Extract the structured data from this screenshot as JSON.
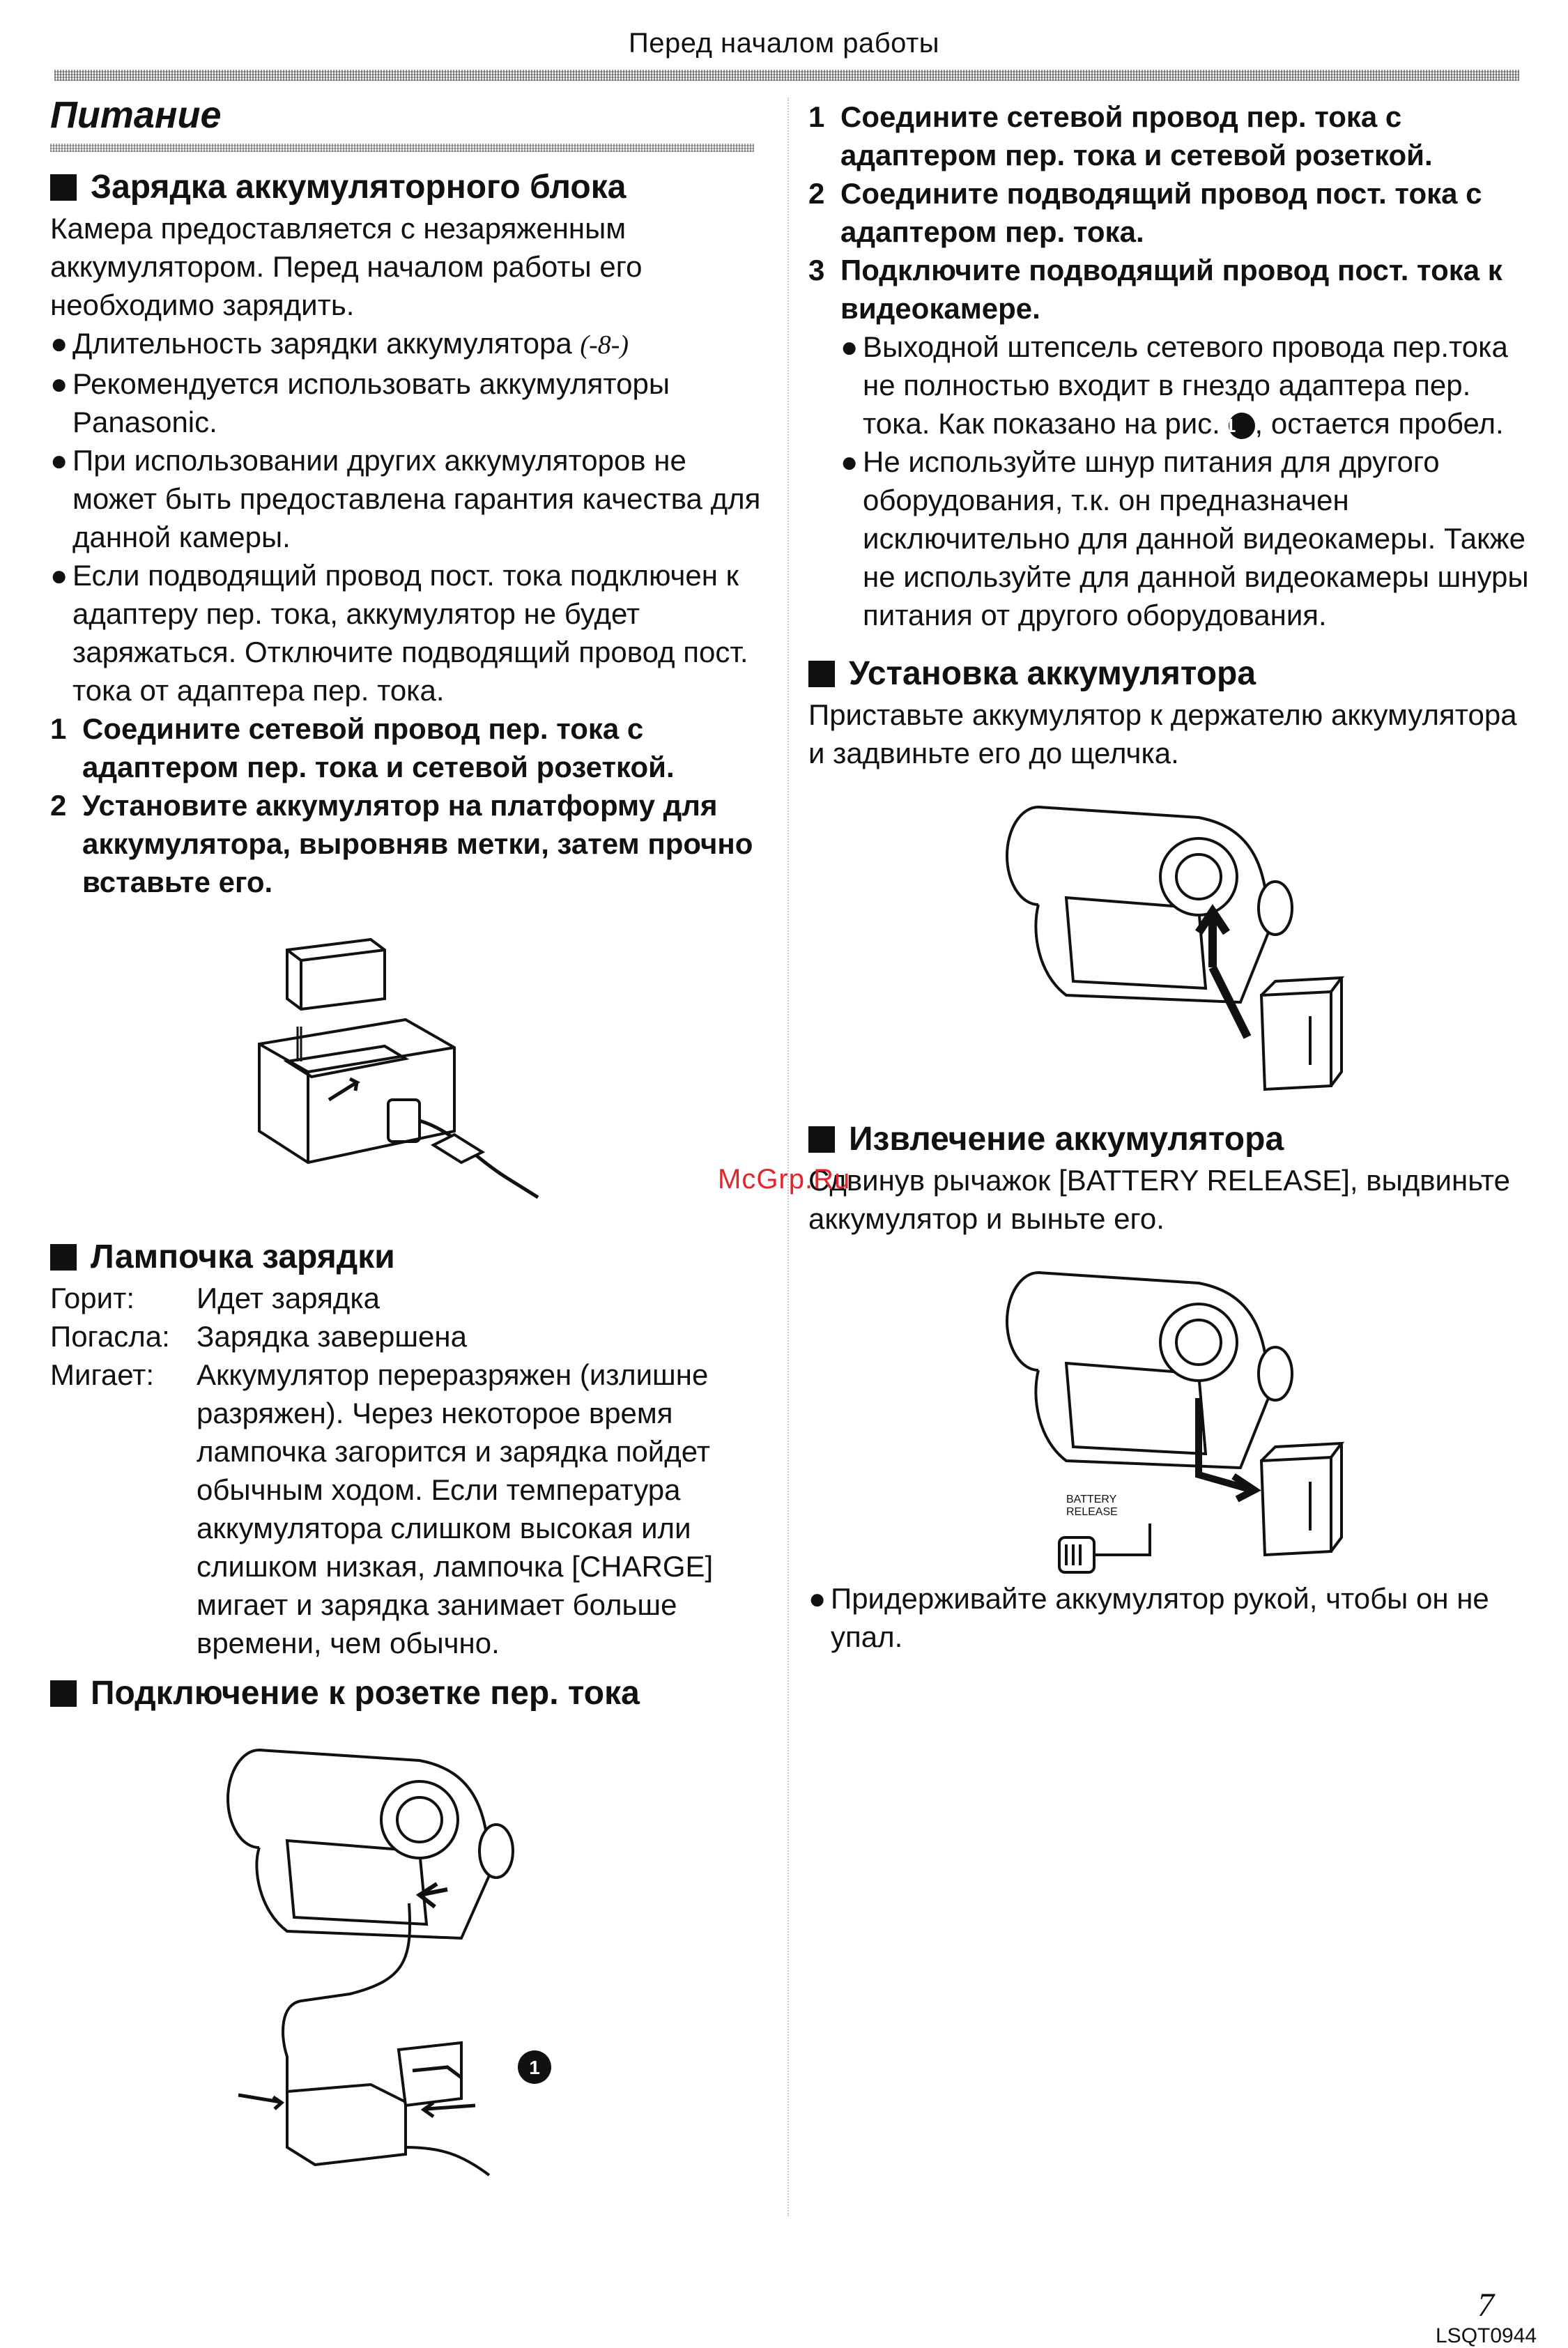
{
  "header": {
    "title": "Перед началом работы"
  },
  "left": {
    "section_title": "Питание",
    "charging": {
      "heading": "Зарядка аккумуляторного блока",
      "intro": "Камера предоставляется с незаряженным аккумулятором. Перед началом работы его необходимо зарядить.",
      "bullets": [
        "Длительность зарядки аккумулятора",
        "Рекомендуется использовать аккумуляторы Panasonic.",
        "При использовании других аккумуляторов не может быть предоставлена гарантия качества для данной камеры.",
        "Если подводящий провод пост. тока подключен к адаптеру пер. тока, аккумулятор не будет заряжаться. Отключите подводящий провод пост. тока от адаптера пер. тока."
      ],
      "bullet_xref": "(-8-)",
      "steps": [
        {
          "num": "1",
          "text": "Соедините сетевой провод пер. тока с адаптером пер. тока и сетевой розеткой."
        },
        {
          "num": "2",
          "text": "Установите аккумулятор на платформу для аккумулятора, выровняв метки, затем прочно вставьте его."
        }
      ]
    },
    "lamp": {
      "heading": "Лампочка зарядки",
      "rows": [
        {
          "label": "Горит:",
          "value": "Идет зарядка"
        },
        {
          "label": "Погасла:",
          "value": "Зарядка завершена"
        },
        {
          "label": "Мигает:",
          "value": "Аккумулятор переразряжен (излишне разряжен). Через некоторое время лампочка загорится и зарядка пойдет обычным ходом. Если температура аккумулятора слишком высокая или слишком низкая, лампочка [CHARGE] мигает и зарядка занимает больше времени, чем обычно."
        }
      ]
    },
    "ac": {
      "heading": "Подключение к розетке пер. тока",
      "callout": "1"
    }
  },
  "right": {
    "steps": [
      {
        "num": "1",
        "text": "Соедините сетевой провод пер. тока с адаптером пер. тока и сетевой розеткой."
      },
      {
        "num": "2",
        "text": "Соедините подводящий провод пост. тока с адаптером пер. тока."
      },
      {
        "num": "3",
        "text": "Подключите подводящий провод пост. тока к видеокамере."
      }
    ],
    "step3_bullets": {
      "b1_pre": "Выходной штепсель сетевого провода пер.тока не полностью входит в гнездо адаптера пер. тока. Как показано на рис.",
      "b1_num": "1",
      "b1_post": ", остается пробел.",
      "b2": "Не используйте шнур питания для другого оборудования, т.к. он предназначен исключительно для данной видеокамеры. Также не используйте для данной видеокамеры шнуры питания от другого оборудования."
    },
    "install": {
      "heading": "Установка аккумулятора",
      "text": "Приставьте аккумулятор к держателю аккумулятора и задвиньте его до щелчка."
    },
    "remove": {
      "heading": "Извлечение аккумулятора",
      "text": "Сдвинув рычажок [BATTERY RELEASE], выдвиньте аккумулятор и выньте его.",
      "release_label_1": "BATTERY",
      "release_label_2": "RELEASE",
      "bullet": "Придерживайте аккумулятор рукой, чтобы он не упал."
    }
  },
  "watermark": "McGrp.Ru",
  "footer": {
    "page_number": "7",
    "doc_code": "LSQT0944"
  }
}
